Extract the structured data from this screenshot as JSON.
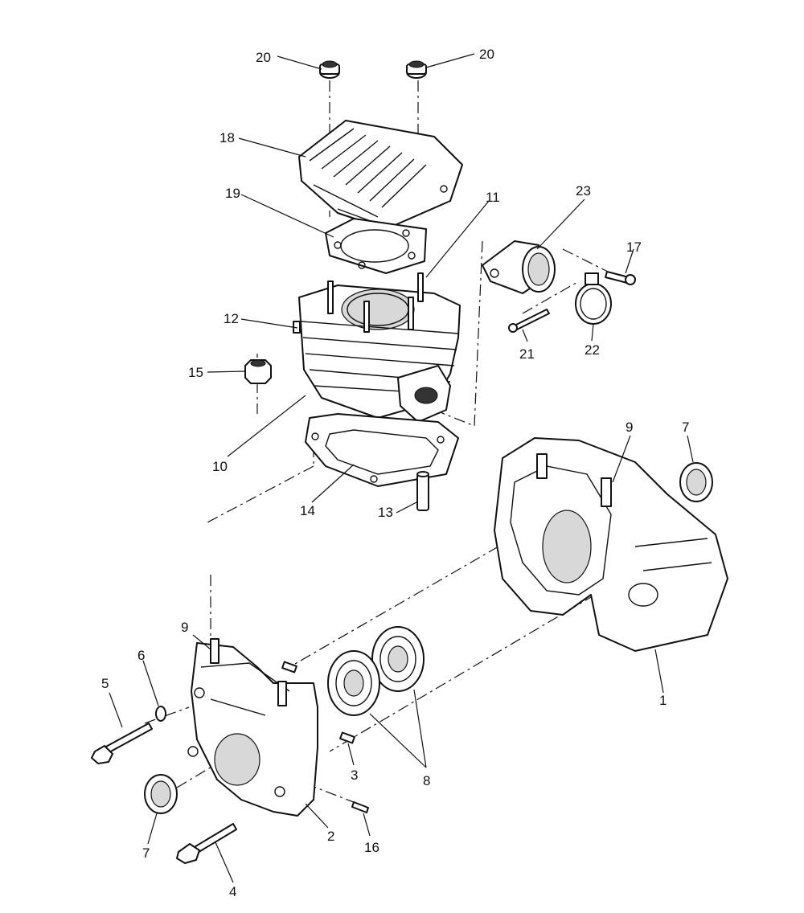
{
  "callouts": {
    "c1": "1",
    "c2": "2",
    "c3": "3",
    "c4": "4",
    "c5": "5",
    "c6": "6",
    "c7a": "7",
    "c7b": "7",
    "c8": "8",
    "c9a": "9",
    "c9b": "9",
    "c10": "10",
    "c11": "11",
    "c12": "12",
    "c13": "13",
    "c14": "14",
    "c15": "15",
    "c16": "16",
    "c17": "17",
    "c18": "18",
    "c19": "19",
    "c20a": "20",
    "c20b": "20",
    "c21": "21",
    "c22": "22",
    "c23": "23"
  }
}
